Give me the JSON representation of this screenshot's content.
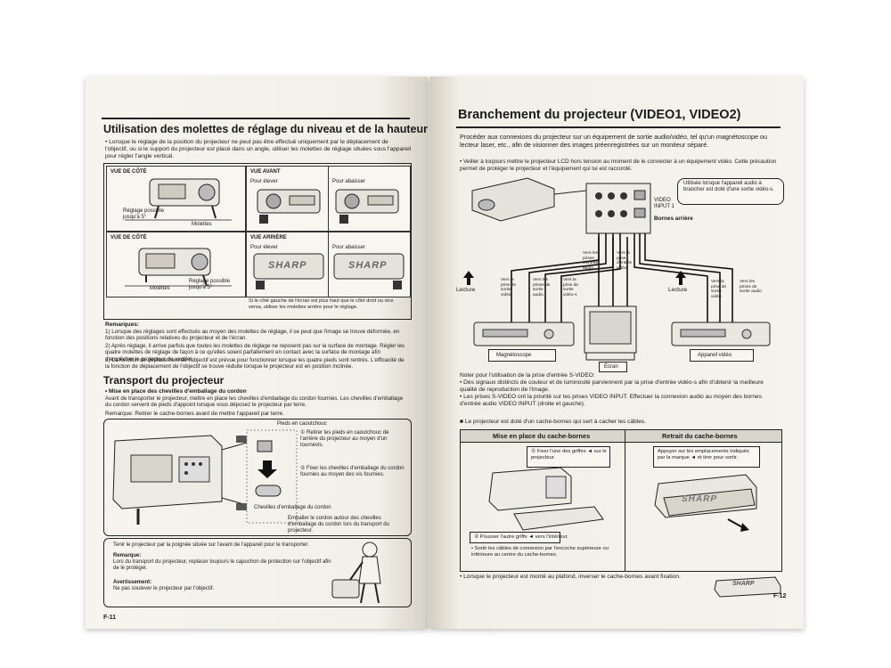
{
  "left_page": {
    "title": "Utilisation des molettes de réglage du niveau et de la hauteur",
    "intro": "• Lorsque le réglage de la position du projecteur ne peut pas être effectué uniquement par le déplacement de l'objectif, ou si le support du projecteur est placé dans un angle, utiliser les molettes de réglage situées sous l'appareil pour régler l'angle vertical.",
    "panels": {
      "side_view_1": "VUE DE CÔTÉ",
      "front_view": "VUE AVANT",
      "raise_1": "Pour élever",
      "lower_1": "Pour abaisser",
      "side_view_2": "VUE DE CÔTÉ",
      "rear_view": "VUE ARRIÈRE",
      "raise_2": "Pour élever",
      "lower_2": "Pour abaisser",
      "adjust_range_1": "Réglage possible jusqu'à 5°",
      "knobs_1": "Molettes",
      "knobs_2": "Molettes",
      "adjust_range_2": "Réglage possible jusqu'à 5°",
      "note_box": "Si le côté gauche de l'écran est plus haut que le côté droit ou vice versa, utiliser les molettes arrière pour le réglage.",
      "brand": "SHARP"
    },
    "remarks_title": "Remarques:",
    "remarks": [
      "1) Lorsque des réglages sont effectués au moyen des molettes de réglage, il se peut que l'image se trouve déformée, en fonction des positions relatives du projecteur et de l'écran.",
      "2) Après réglage, il arrive parfois que toutes les molettes de réglage ne reposent pas sur la surface de montage. Régler les quatre molettes de réglage de façon à ce qu'elles soient parfaitement en contact avec la surface de montage afin d'empêcher le projecteur de vaciller.",
      "3) La fonction de déplacement de l'objectif est prévue pour fonctionner lorsque les quatre pieds sont rentrés. L'efficacité de la fonction de déplacement de l'objectif se trouve réduite lorsque le projecteur est en position inclinée."
    ],
    "transport_title": "Transport du projecteur",
    "transport_sub": "• Mise en place des chevilles d'emballage du cordon",
    "transport_text": "Avant de transporter le projecteur, mettre en place les chevilles d'emballage du cordon fournies. Les chevilles d'emballage du cordon servent de pieds d'appoint lorsque vous déposez le projecteur par terre.",
    "transport_remark": "Remarque: Retirer le cache-bornes avant de mettre l'appareil par terre.",
    "diagram": {
      "rubber_feet": "Pieds en caoutchouc",
      "step1": "① Retirer les pieds en caoutchouc de l'arrière du projecteur au moyen d'un tournevis.",
      "step2": "② Fixer les chevilles d'emballage du cordon fournies au moyen des vis fournies.",
      "pegs": "Chevilles d'emballage du cordon",
      "wrap": "Emballer le cordon autour des chevilles d'emballage du cordon lors du transport du projecteur."
    },
    "carry": "Tenir le projecteur par la poignée située sur l'avant de l'appareil pour le transporter.",
    "carry_remark_title": "Remarque:",
    "carry_remark": "Lors du transport du projecteur, replacer toujours le capuchon de protection sur l'objectif afin de le protéger.",
    "warning_title": "Avertissement:",
    "warning": "Ne pas soulever le projecteur par l'objectif.",
    "page_num": "F-11"
  },
  "right_page": {
    "title": "Branchement du projecteur (VIDEO1, VIDEO2)",
    "intro": "Procéder aux connexions du projecteur sur un équipement de sortie audio/vidéo, tel qu'un magnétoscope ou lecteur laser, etc., afin de visionner des images préenregistrées sur un moniteur séparé.",
    "bullet": "• Veiller à toujours mettre le projecteur LCD hors tension au moment de le connecter à un équipement vidéo. Cette précaution permet de protéger le projecteur et l'équipement qui lui est raccordé.",
    "diagram": {
      "callout": "Utilisée lorsque l'appareil audio à brancher est doté d'une sortie vidéo-s.",
      "video_input": "VIDEO INPUT 1",
      "rear_terminals": "Bornes arrière",
      "lecture_left": "Lecture",
      "lecture_right": "Lecture",
      "label_a": "Vers la prise de sortie vidéo",
      "label_b": "Vers les prises de sortie audio",
      "label_c": "Vers la prise de sortie vidéo-s",
      "label_d": "Vers les prises d'entrée audio",
      "label_e": "Vers la prise d'entrée vidéo",
      "label_f": "Vers la prise de sortie vidéo",
      "label_g": "Vers les prises de sortie audio",
      "vcr": "Magnétoscope",
      "screen": "Écran",
      "video_device": "Appareil vidéo"
    },
    "notes": [
      "Noter pour l'utilisation de la prise d'entrée S-VIDEO:",
      "• Des signaux distincts de couleur et de luminosité parviennent par la prise d'entrée vidéo-s afin d'obtenir la meilleure qualité de reproduction de l'image.",
      "• Les prises S-VIDEO ont la priorité sur les prises VIDEO INPUT. Effectuer la connexion audio au moyen des bornes d'entrée audio VIDEO INPUT (droite et gauche)."
    ],
    "cover_note": "■ Le projecteur est doté d'un cache-bornes qui sert à cacher les câbles.",
    "cover_install": "Mise en place du cache-bornes",
    "cover_remove": "Retrait du cache-bornes",
    "install_step1": "① Fixer l'une des griffes ◄ sur le projecteur.",
    "install_step2": "② Pousser l'autre griffe ◄ vers l'intérieur.",
    "install_bullet": "• Sortir les câbles de connexion par l'encoche supérieure ou inférieure au centre du cache-bornes.",
    "remove_step": "Appuyer sur les emplacements indiqués par la marque ◄ et tirer pour sortir.",
    "brand": "SHARP",
    "final": "• Lorsque le projecteur est monté au plafond, inverser le cache-bornes avant fixation.",
    "page_num": "F-12"
  },
  "colors": {
    "ink": "#1b1b1b",
    "paper": "#f3f1ea",
    "panel_header": "#d9d6cc"
  }
}
